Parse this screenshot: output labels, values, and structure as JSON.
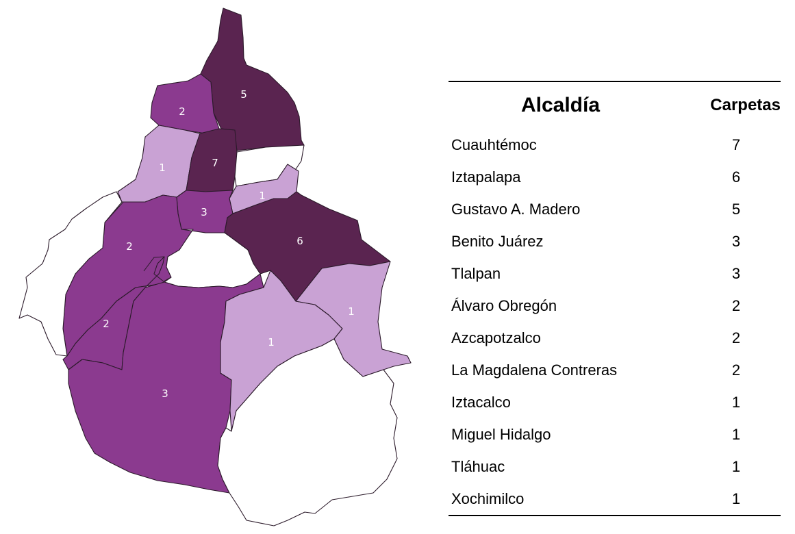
{
  "map": {
    "colors": {
      "none": "#ffffff",
      "one": "#c9a2d4",
      "two_three": "#8b3a8f",
      "high": "#5a2450"
    },
    "regions": [
      {
        "id": "gustavo-a-madero",
        "label": "5",
        "value": 5
      },
      {
        "id": "azcapotzalco",
        "label": "2",
        "value": 2
      },
      {
        "id": "miguel-hidalgo",
        "label": "1",
        "value": 1
      },
      {
        "id": "cuauhtemoc",
        "label": "7",
        "value": 7
      },
      {
        "id": "venustiano-carranza",
        "label": "",
        "value": 0
      },
      {
        "id": "iztacalco",
        "label": "1",
        "value": 1
      },
      {
        "id": "benito-juarez",
        "label": "3",
        "value": 3
      },
      {
        "id": "iztapalapa",
        "label": "6",
        "value": 6
      },
      {
        "id": "alvaro-obregon",
        "label": "2",
        "value": 2
      },
      {
        "id": "coyoacan",
        "label": "",
        "value": 0
      },
      {
        "id": "cuajimalpa",
        "label": "",
        "value": 0
      },
      {
        "id": "la-magdalena-contreras",
        "label": "2",
        "value": 2
      },
      {
        "id": "tlalpan",
        "label": "3",
        "value": 3
      },
      {
        "id": "xochimilco",
        "label": "1",
        "value": 1
      },
      {
        "id": "tlahuac",
        "label": "1",
        "value": 1
      },
      {
        "id": "milpa-alta",
        "label": "",
        "value": 0
      }
    ]
  },
  "table": {
    "headers": {
      "name": "Alcaldía",
      "count": "Carpetas"
    },
    "rows": [
      {
        "name": "Cuauhtémoc",
        "count": "7"
      },
      {
        "name": "Iztapalapa",
        "count": "6"
      },
      {
        "name": "Gustavo A. Madero",
        "count": "5"
      },
      {
        "name": "Benito Juárez",
        "count": "3"
      },
      {
        "name": "Tlalpan",
        "count": "3"
      },
      {
        "name": "Álvaro Obregón",
        "count": "2"
      },
      {
        "name": "Azcapotzalco",
        "count": "2"
      },
      {
        "name": "La Magdalena Contreras",
        "count": "2"
      },
      {
        "name": "Iztacalco",
        "count": "1"
      },
      {
        "name": "Miguel Hidalgo",
        "count": "1"
      },
      {
        "name": "Tláhuac",
        "count": "1"
      },
      {
        "name": "Xochimilco",
        "count": "1"
      }
    ]
  }
}
